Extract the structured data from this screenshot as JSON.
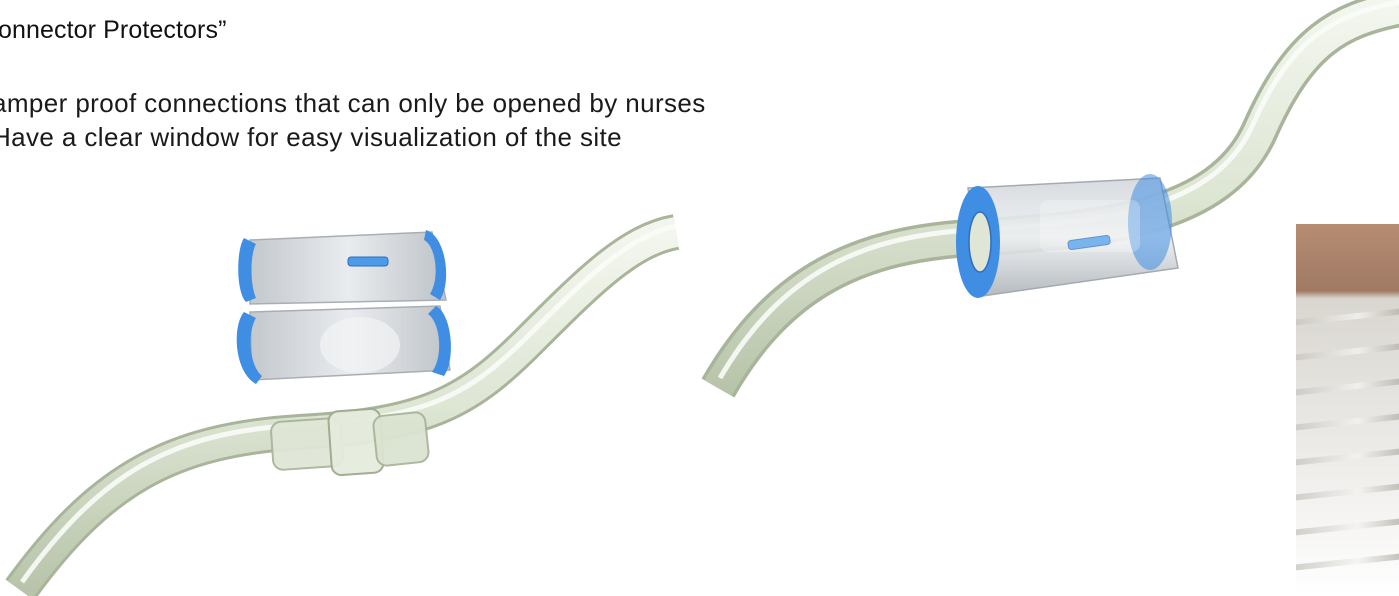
{
  "slide": {
    "title": "onnector Protectors”",
    "bullets": [
      "amper proof connections that can only be opened by nurses",
      "Have a clear window for easy visualization of the site"
    ]
  },
  "colors": {
    "tube": "#dfe6d6",
    "tube_edge": "#a9b59a",
    "protector_rim": "#3f8ee3",
    "protector_body": "#c9ced4",
    "clip": "#4b9be8"
  },
  "images": [
    {
      "name": "open-connector-protector-illustration"
    },
    {
      "name": "closed-connector-protector-illustration"
    },
    {
      "name": "cropped-photo"
    }
  ]
}
